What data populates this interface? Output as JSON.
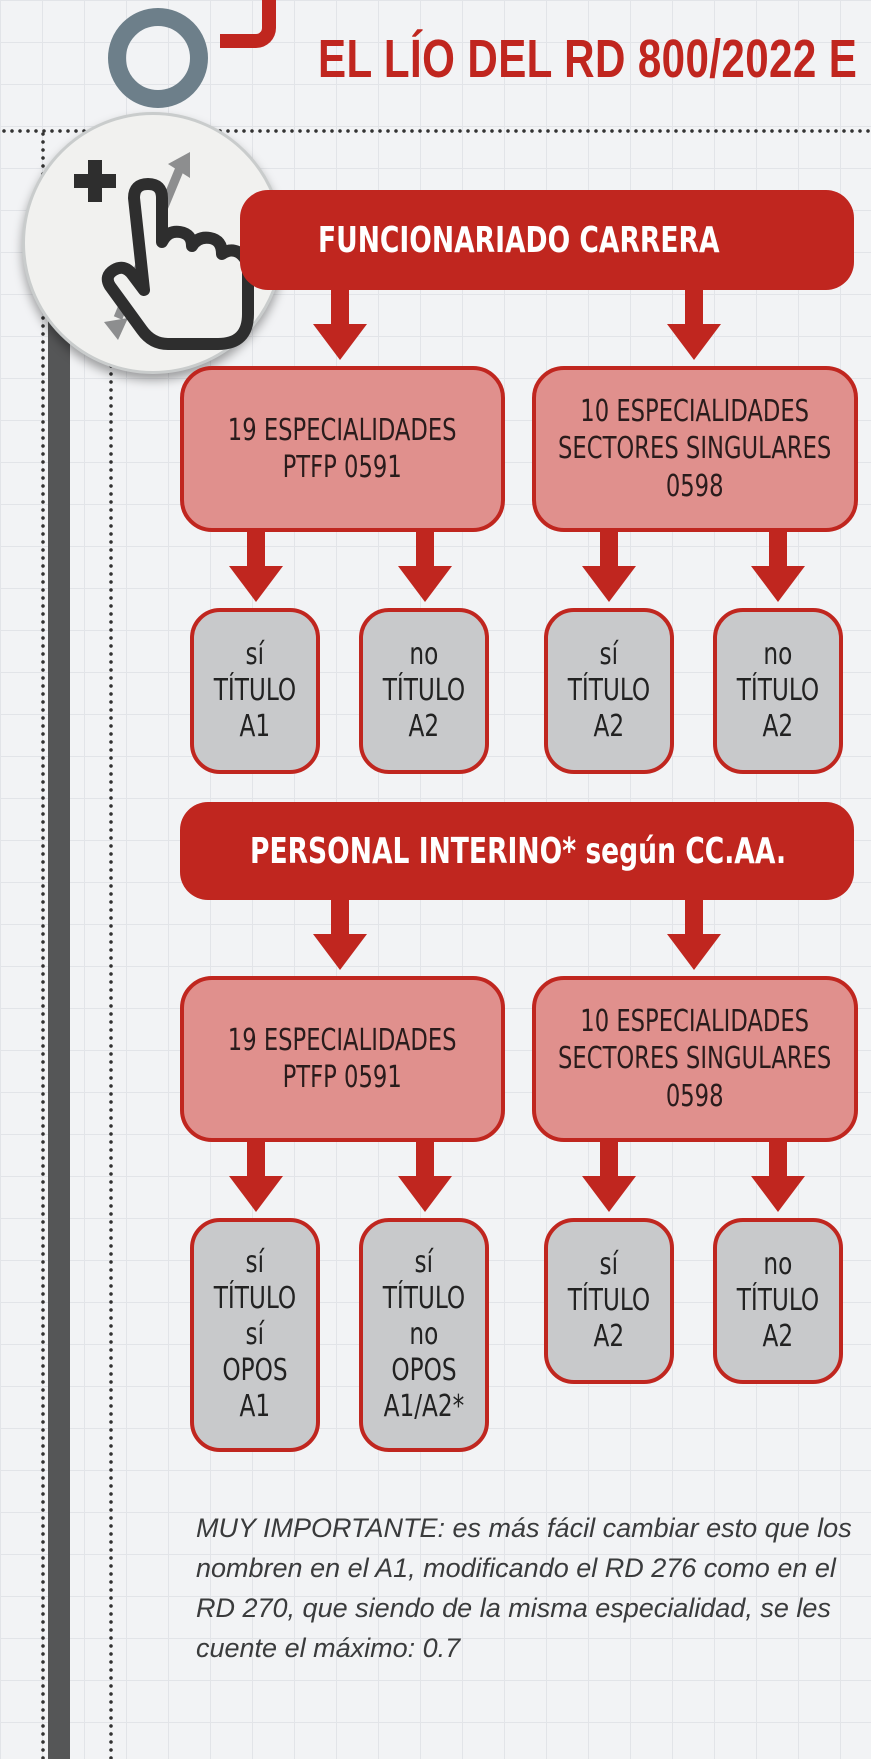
{
  "title": "EL LÍO DEL RD 800/2022 E",
  "icon": "touch-zoom-hand-icon",
  "colors": {
    "red": "#c0261f",
    "pink": "#e0908d",
    "gray": "#c8c9cb"
  },
  "sections": [
    {
      "label": "FUNCIONARIADO CARRERA",
      "boxes": [
        {
          "lines": [
            "19 ESPECIALIDADES",
            "PTFP 0591"
          ],
          "leaves": [
            [
              "sí",
              "TÍTULO",
              "A1"
            ],
            [
              "no",
              "TÍTULO",
              "A2"
            ]
          ]
        },
        {
          "lines": [
            "10 ESPECIALIDADES",
            "SECTORES SINGULARES",
            "0598"
          ],
          "leaves": [
            [
              "sí",
              "TÍTULO",
              "A2"
            ],
            [
              "no",
              "TÍTULO",
              "A2"
            ]
          ]
        }
      ]
    },
    {
      "label": "PERSONAL INTERINO* según CC.AA.",
      "boxes": [
        {
          "lines": [
            "19 ESPECIALIDADES",
            "PTFP 0591"
          ],
          "leaves": [
            [
              "sí",
              "TÍTULO",
              "sí",
              "OPOS",
              "A1"
            ],
            [
              "sí",
              "TÍTULO",
              "no",
              "OPOS",
              "A1/A2*"
            ]
          ]
        },
        {
          "lines": [
            "10 ESPECIALIDADES",
            "SECTORES SINGULARES",
            "0598"
          ],
          "leaves": [
            [
              "sí",
              "TÍTULO",
              "A2"
            ],
            [
              "no",
              "TÍTULO",
              "A2"
            ]
          ]
        }
      ]
    }
  ],
  "note": "MUY IMPORTANTE: es más fácil cambiar esto que los nombren en el A1, modificando el RD 276 como en el RD 270, que siendo de la misma especialidad, se les cuente el máximo: 0.7"
}
